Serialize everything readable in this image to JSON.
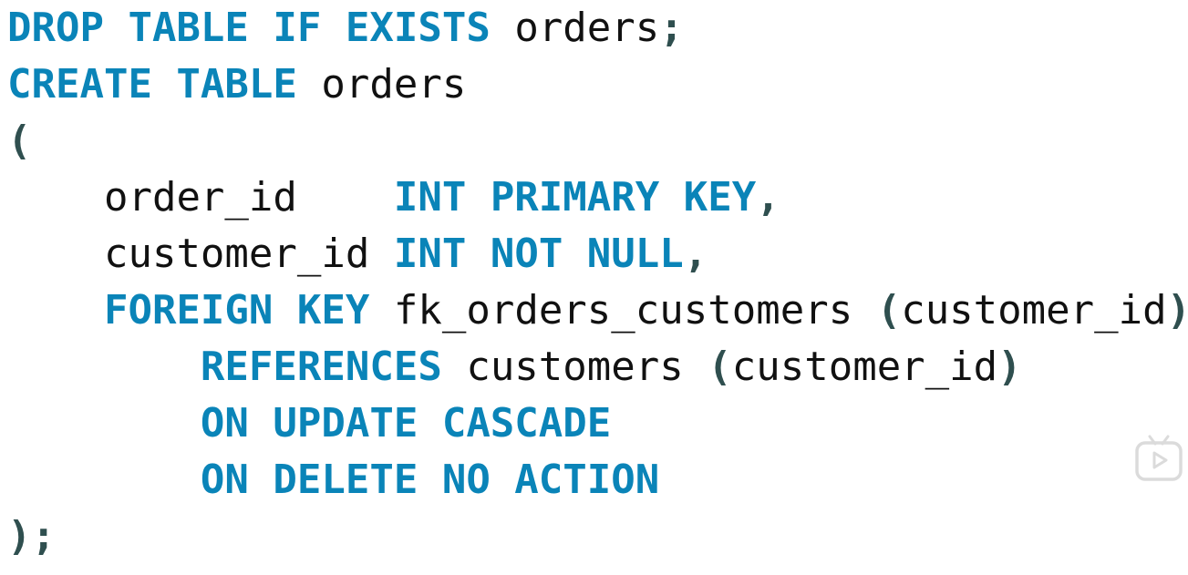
{
  "code_lines": [
    {
      "indent": "",
      "tokens": [
        {
          "type": "kw",
          "text": "DROP TABLE IF EXISTS"
        },
        {
          "type": "plain",
          "text": " "
        },
        {
          "type": "ident",
          "text": "orders"
        },
        {
          "type": "punct",
          "text": ";"
        }
      ]
    },
    {
      "indent": "",
      "tokens": [
        {
          "type": "kw",
          "text": "CREATE TABLE"
        },
        {
          "type": "plain",
          "text": " "
        },
        {
          "type": "ident",
          "text": "orders"
        }
      ]
    },
    {
      "indent": "",
      "tokens": [
        {
          "type": "punct",
          "text": "("
        }
      ]
    },
    {
      "indent": "    ",
      "tokens": [
        {
          "type": "ident",
          "text": "order_id"
        },
        {
          "type": "plain",
          "text": "    "
        },
        {
          "type": "kw",
          "text": "INT PRIMARY KEY"
        },
        {
          "type": "punct",
          "text": ","
        }
      ]
    },
    {
      "indent": "    ",
      "tokens": [
        {
          "type": "ident",
          "text": "customer_id"
        },
        {
          "type": "plain",
          "text": " "
        },
        {
          "type": "kw",
          "text": "INT NOT NULL"
        },
        {
          "type": "punct",
          "text": ","
        }
      ]
    },
    {
      "indent": "    ",
      "tokens": [
        {
          "type": "kw",
          "text": "FOREIGN KEY"
        },
        {
          "type": "plain",
          "text": " "
        },
        {
          "type": "ident",
          "text": "fk_orders_customers"
        },
        {
          "type": "plain",
          "text": " "
        },
        {
          "type": "punct",
          "text": "("
        },
        {
          "type": "ident",
          "text": "customer_id"
        },
        {
          "type": "punct",
          "text": ")"
        }
      ]
    },
    {
      "indent": "        ",
      "tokens": [
        {
          "type": "kw",
          "text": "REFERENCES"
        },
        {
          "type": "plain",
          "text": " "
        },
        {
          "type": "ident",
          "text": "customers"
        },
        {
          "type": "plain",
          "text": " "
        },
        {
          "type": "punct",
          "text": "("
        },
        {
          "type": "ident",
          "text": "customer_id"
        },
        {
          "type": "punct",
          "text": ")"
        }
      ]
    },
    {
      "indent": "        ",
      "tokens": [
        {
          "type": "kw",
          "text": "ON UPDATE CASCADE"
        }
      ]
    },
    {
      "indent": "        ",
      "tokens": [
        {
          "type": "kw",
          "text": "ON DELETE NO ACTION"
        }
      ]
    },
    {
      "indent": "",
      "tokens": [
        {
          "type": "punct",
          "text": ");"
        }
      ]
    }
  ],
  "colors": {
    "keyword": "#0a84b8",
    "identifier": "#111111",
    "punctuation": "#2f4f4f",
    "background": "#ffffff"
  },
  "watermark_icon": "video-play-tv-icon"
}
